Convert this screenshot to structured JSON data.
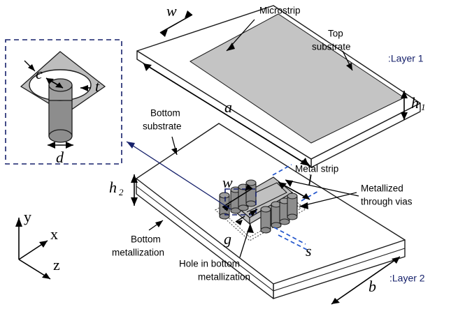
{
  "figure": {
    "title": "Two-layer microstrip substrate with metallized through vias",
    "background_color": "#ffffff",
    "line_color": "#1c1c1c",
    "accent_blue": "#16216b",
    "dash_blue": "#2255cc",
    "strip_gray": "#c4c4c4",
    "via_gray": "#8d8d8d"
  },
  "labels": {
    "microstrip": "Microstrip",
    "top_substrate_line1": "Top",
    "top_substrate_line2": "substrate",
    "bottom_substrate_line1": "Bottom",
    "bottom_substrate_line2": "substrate",
    "metal_strip": "Metal strip",
    "metallized_vias_line1": "Metallized",
    "metallized_vias_line2": "through vias",
    "bottom_metallization_line1": "Bottom",
    "bottom_metallization_line2": "metallization",
    "hole_line1": "Hole in bottom",
    "hole_line2": "metallization",
    "layer1": ":Layer 1",
    "layer2": ":Layer 2"
  },
  "dimensions": {
    "w_top": "w",
    "a": "a",
    "h1": "h",
    "h1_sub": "1",
    "h2": "h",
    "h2_sub": "2",
    "w_bottom": "w",
    "l": "l",
    "g": "g",
    "s": "s",
    "b": "b"
  },
  "inset": {
    "c": "c",
    "t": "t",
    "d": "d"
  },
  "axes": {
    "y": "y",
    "x": "x",
    "z": "z"
  }
}
